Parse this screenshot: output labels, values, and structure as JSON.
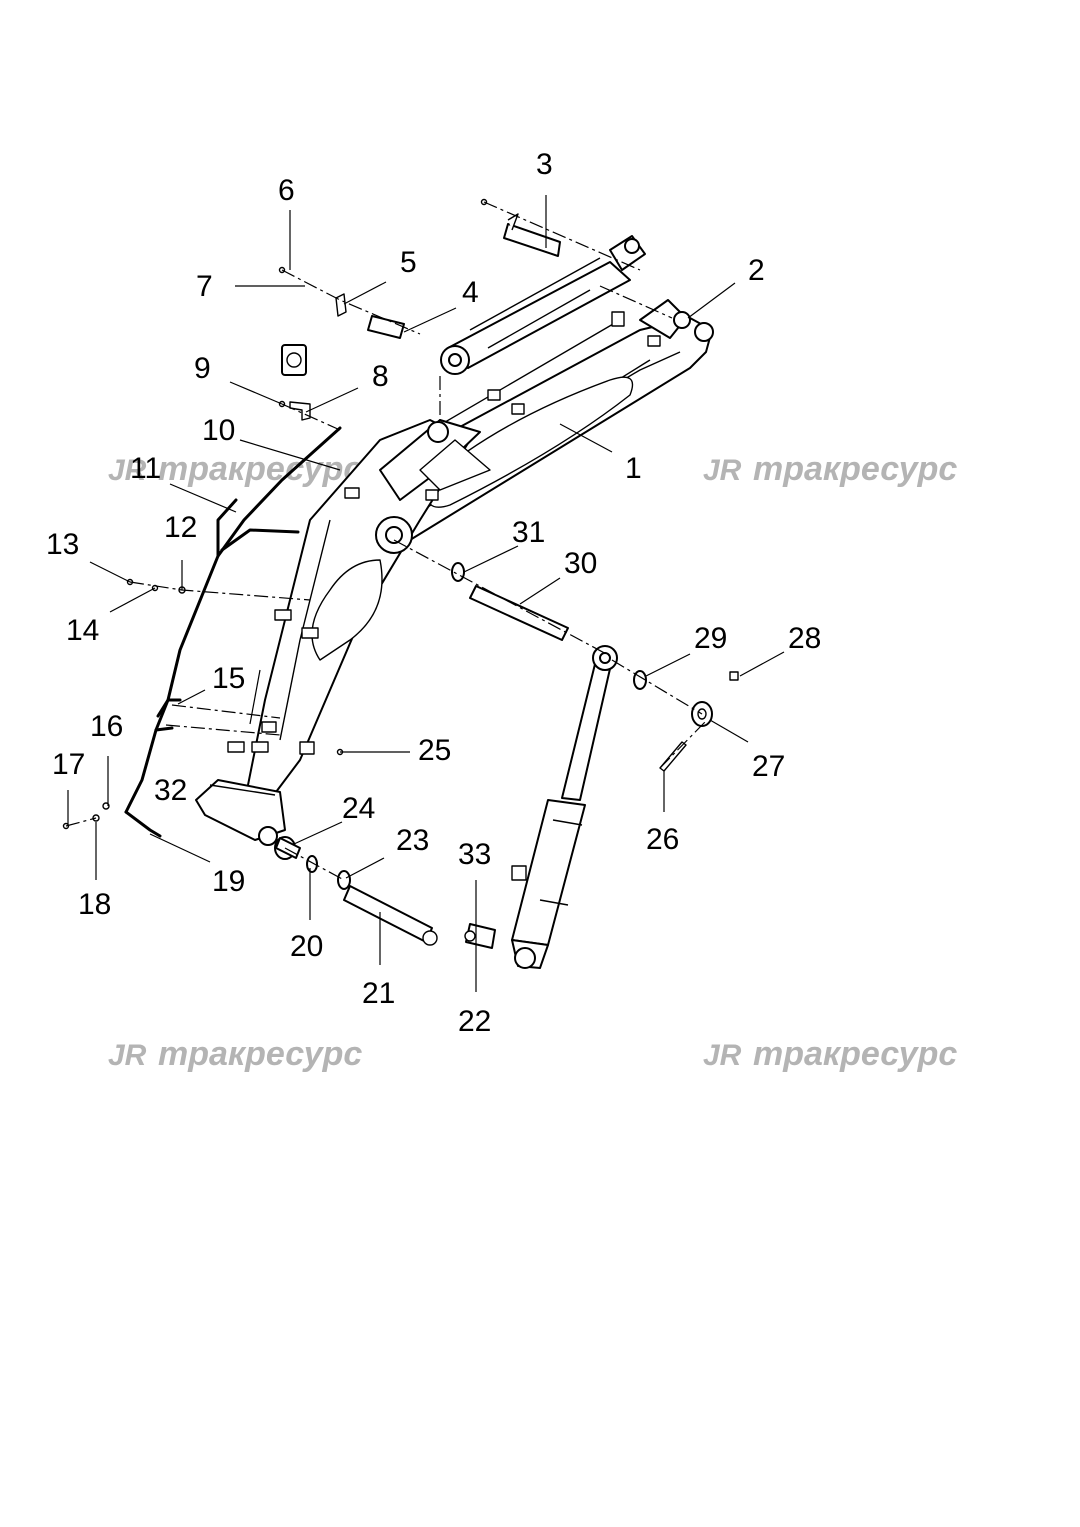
{
  "watermark": {
    "logo": "JR",
    "text": "тракресурс",
    "color": "#b4b4b4"
  },
  "callouts": [
    "1",
    "2",
    "3",
    "4",
    "5",
    "6",
    "7",
    "8",
    "9",
    "10",
    "11",
    "12",
    "13",
    "14",
    "15",
    "16",
    "17",
    "18",
    "19",
    "20",
    "21",
    "22",
    "23",
    "24",
    "25",
    "26",
    "27",
    "28",
    "29",
    "30",
    "31",
    "32",
    "33"
  ]
}
